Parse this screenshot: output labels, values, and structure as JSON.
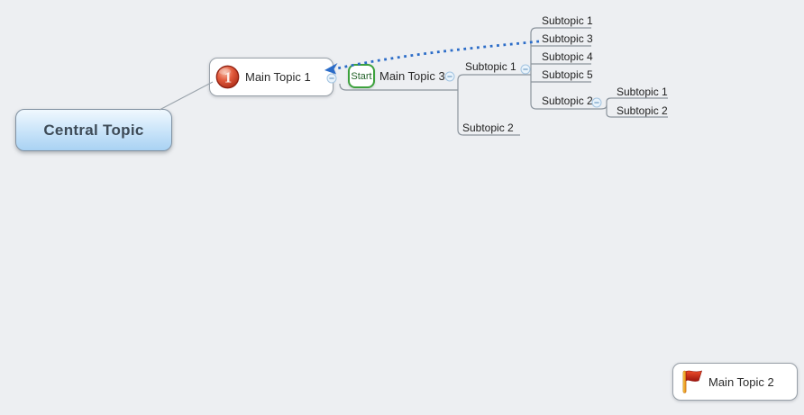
{
  "canvas": {
    "background": "#edeff2"
  },
  "map": {
    "central": {
      "label": "Central Topic"
    },
    "main1": {
      "label": "Main Topic 1",
      "marker": "priority-1"
    },
    "main2": {
      "label": "Main Topic 2",
      "marker": "red-flag"
    },
    "main3": {
      "label": "Main Topic 3",
      "badge": "Start",
      "children": [
        {
          "label": "Subtopic 1",
          "children": [
            {
              "label": "Subtopic 1"
            },
            {
              "label": "Subtopic 3"
            },
            {
              "label": "Subtopic 4"
            },
            {
              "label": "Subtopic 5"
            },
            {
              "label": "Subtopic 2",
              "children": [
                {
                  "label": "Subtopic 1"
                },
                {
                  "label": "Subtopic 2"
                }
              ]
            }
          ]
        },
        {
          "label": "Subtopic 2"
        }
      ]
    }
  },
  "relationship": {
    "from": "Subtopic 3",
    "to": "Main Topic 1",
    "style": "dotted",
    "color": "#2b6cc8"
  },
  "icons": {
    "priority_1": "1",
    "collapse": "minus",
    "flag": "red-flag"
  },
  "colors": {
    "branch_line": "#8b949d",
    "relationship_blue": "#2b6cc8",
    "central_fill_top": "#f0f8fe",
    "central_fill_bottom": "#a9d2f3",
    "boundary_green": "#3da23d",
    "priority_red": "#b02c18"
  }
}
